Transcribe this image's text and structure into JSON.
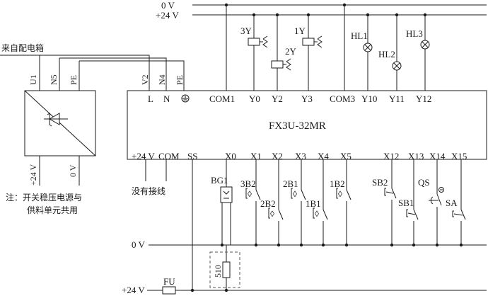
{
  "rails": {
    "zero_v_top": "0 V",
    "plus24_top": "+24 V",
    "zero_v_bottom": "0 V",
    "plus24_bottom": "+24 V"
  },
  "supply": {
    "source_label": "来自配电箱",
    "terminals_top": [
      "U1",
      "N5",
      "PE"
    ],
    "terminals_bottom": [
      "+24 V",
      "0 V"
    ],
    "note_line1": "注：开关稳压电源与",
    "note_line2": "供料单元共用"
  },
  "plc": {
    "model": "FX3U-32MR",
    "power_feed_labels": [
      "V2",
      "N4",
      "PE"
    ],
    "power_terminals": [
      "L",
      "N"
    ],
    "output_terminals": [
      "COM1",
      "Y0",
      "Y2",
      "Y3",
      "COM3",
      "Y10",
      "Y11",
      "Y12"
    ],
    "input_terminals": [
      "+24 V",
      "COM",
      "SS",
      "X0",
      "X1",
      "X2",
      "X3",
      "X4",
      "X5",
      "X12",
      "X13",
      "X14",
      "X15"
    ],
    "unused_note": "没有接线"
  },
  "outputs": {
    "valves": [
      "3Y",
      "2Y",
      "1Y"
    ],
    "lamps": [
      "HL1",
      "HL2",
      "HL3"
    ]
  },
  "inputs": {
    "sensors": [
      "BG1",
      "3B2",
      "2B2",
      "2B1",
      "1B1",
      "1B2"
    ],
    "switches": [
      "SB2",
      "SB1",
      "QS",
      "SA"
    ]
  },
  "misc": {
    "resistor": "510",
    "fuse": "FU"
  }
}
